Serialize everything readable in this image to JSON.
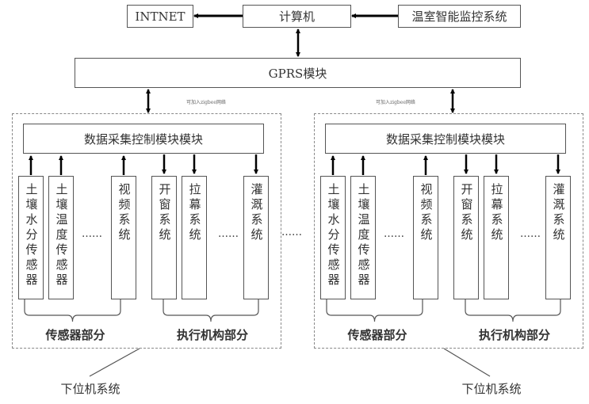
{
  "top": {
    "internet": "INTNET",
    "computer": "计算机",
    "monitor": "温室智能监控系统"
  },
  "gprs": "GPRS模块",
  "zigbee_note": "可加入zigbee网络",
  "groups": [
    {
      "controller": "数据采集控制模块模块",
      "sensors": [
        "土壤水分传感器",
        "土壤温度传感器",
        "视频系统"
      ],
      "actuators": [
        "开窗系统",
        "拉幕系统",
        "灌溉系统"
      ],
      "ellipsis": "……",
      "sensor_label": "传感器部分",
      "actuator_label": "执行机构部分",
      "system_label": "下位机系统"
    },
    {
      "controller": "数据采集控制模块模块",
      "sensors": [
        "土壤水分传感器",
        "土壤温度传感器",
        "视频系统"
      ],
      "actuators": [
        "开窗系统",
        "拉幕系统",
        "灌溉系统"
      ],
      "ellipsis": "……",
      "sensor_label": "传感器部分",
      "actuator_label": "执行机构部分",
      "system_label": "下位机系统"
    }
  ],
  "between_ellipsis": "……"
}
